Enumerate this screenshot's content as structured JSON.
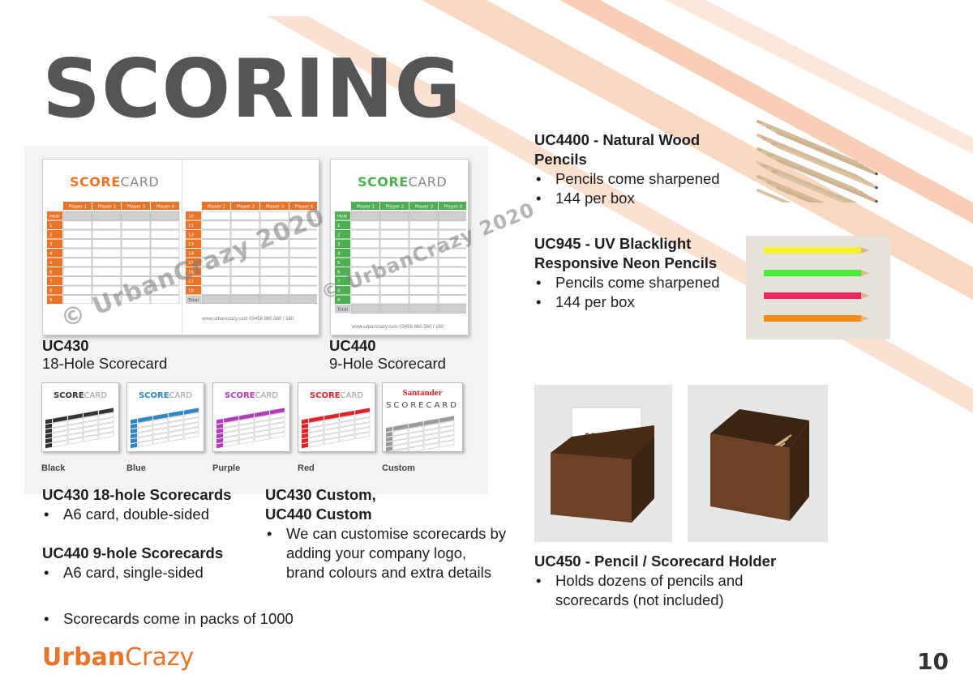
{
  "page": {
    "title": "SCORING",
    "page_number": "10",
    "brand": {
      "part1": "Urban",
      "part2": "Crazy"
    }
  },
  "colors": {
    "accent_orange": "#e8742a",
    "stripe_peach": "#f6c7a8",
    "title_grey": "#555555",
    "green": "#4caf50",
    "blue": "#2e86c8",
    "purple": "#b33ab8",
    "red": "#e32129",
    "black": "#333333"
  },
  "scorecards": {
    "uc430": {
      "code": "UC430",
      "desc": "18-Hole Scorecard",
      "title_a": "SCORE",
      "title_b": "CARD",
      "players": [
        "Player 1",
        "Player 2",
        "Player 3",
        "Player 4"
      ],
      "front_holes": [
        "Hole",
        "1",
        "2",
        "3",
        "4",
        "5",
        "6",
        "7",
        "8",
        "9"
      ],
      "back_holes": [
        "10",
        "11",
        "12",
        "13",
        "14",
        "15",
        "16",
        "17",
        "18",
        "Total"
      ],
      "footer": "www.urbancrazy.com     03456 860 360 / 160"
    },
    "uc440": {
      "code": "UC440",
      "desc": "9-Hole Scorecard",
      "title_a": "SCORE",
      "title_b": "CARD",
      "players": [
        "Player 1",
        "Player 2",
        "Player 3",
        "Player 4"
      ],
      "holes": [
        "Hole",
        "1",
        "2",
        "3",
        "4",
        "5",
        "6",
        "7",
        "8",
        "9",
        "Total"
      ],
      "footer": "www.urbancrazy.com     03456 860 360 / 160"
    },
    "watermark": "© UrbanCrazy 2020",
    "variants": [
      {
        "label": "Black",
        "title_a": "SCORE",
        "title_b": "CARD"
      },
      {
        "label": "Blue",
        "title_a": "SCORE",
        "title_b": "CARD"
      },
      {
        "label": "Purple",
        "title_a": "SCORE",
        "title_b": "CARD"
      },
      {
        "label": "Red",
        "title_a": "SCORE",
        "title_b": "CARD"
      },
      {
        "label": "Custom",
        "brand": "Santander",
        "title": "SCORECARD"
      }
    ]
  },
  "sections": {
    "uc430_heading": "UC430 18-hole Scorecards",
    "uc430_bullets": [
      "A6 card, double-sided"
    ],
    "uc440_heading": "UC440 9-hole Scorecards",
    "uc440_bullets": [
      "A6 card, single-sided"
    ],
    "custom_heading_1": "UC430 Custom,",
    "custom_heading_2": "UC440 Custom",
    "custom_bullets": [
      "We can customise scorecards by adding your company logo, brand colours and extra details"
    ],
    "packs_bullet": "Scorecards come in packs of 1000"
  },
  "products": {
    "uc4400": {
      "title_1": "UC4400 - Natural Wood",
      "title_2": "Pencils",
      "bullets": [
        "Pencils come sharpened",
        "144 per box"
      ]
    },
    "uc945": {
      "title_1": "UC945 - UV Blacklight",
      "title_2": "Responsive Neon Pencils",
      "bullets": [
        "Pencils come sharpened",
        "144 per box"
      ]
    },
    "uc450": {
      "title": "UC450 - Pencil / Scorecard Holder",
      "bullets": [
        "Holds dozens of pencils and scorecards (not included)"
      ],
      "box_card_text": "SCORECARD"
    }
  }
}
